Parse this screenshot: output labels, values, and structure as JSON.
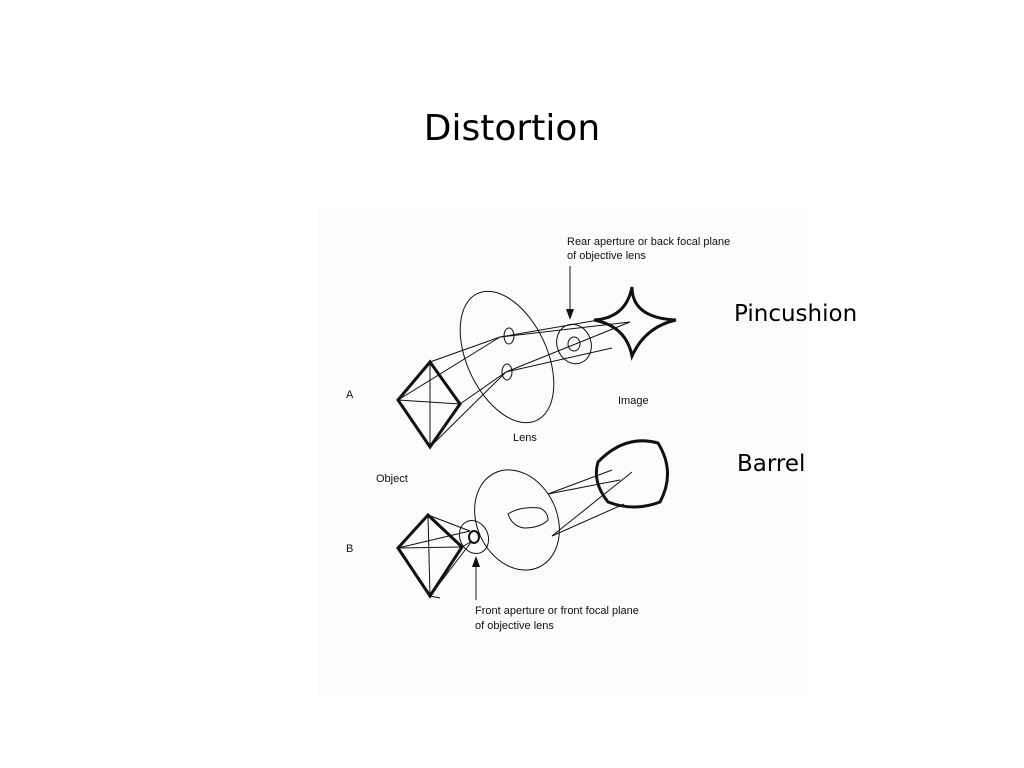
{
  "slide": {
    "title": "Distortion",
    "labels": {
      "pincushion": "Pincushion",
      "barrel": "Barrel"
    }
  },
  "figure": {
    "rear_aperture_line1": "Rear aperture or back focal plane",
    "rear_aperture_line2": "of objective lens",
    "front_aperture_line1": "Front aperture or front focal plane",
    "front_aperture_line2": "of objective lens",
    "panel_a": "A",
    "panel_b": "B",
    "lens": "Lens",
    "image": "Image",
    "object": "Object"
  }
}
